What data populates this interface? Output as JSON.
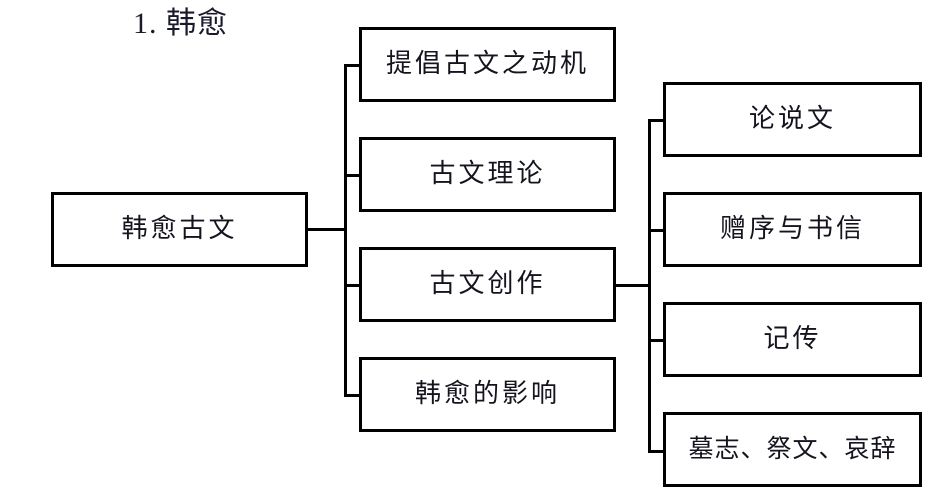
{
  "diagram": {
    "title": "1. 韩愈",
    "type": "hierarchical-tree",
    "root": {
      "id": "root",
      "label": "韩愈古文"
    },
    "level2": [
      {
        "id": "motivation",
        "label": "提倡古文之动机"
      },
      {
        "id": "theory",
        "label": "古文理论"
      },
      {
        "id": "creation",
        "label": "古文创作"
      },
      {
        "id": "influence",
        "label": "韩愈的影响"
      }
    ],
    "level3_parent": "creation",
    "level3": [
      {
        "id": "argumentative",
        "label": "论说文"
      },
      {
        "id": "prefaces-letters",
        "label": "赠序与书信"
      },
      {
        "id": "biographies",
        "label": "记传"
      },
      {
        "id": "epitaphs",
        "label": "墓志、祭文、哀辞"
      }
    ],
    "colors": {
      "background": "#ffffff",
      "box_border": "#000000",
      "text": "#14141e",
      "connector": "#000000"
    }
  }
}
